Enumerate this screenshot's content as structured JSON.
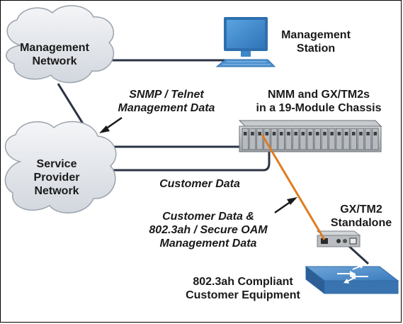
{
  "management_network": {
    "line1": "Management",
    "line2": "Network"
  },
  "service_provider_network": {
    "line1": "Service",
    "line2": "Provider",
    "line3": "Network"
  },
  "management_station": {
    "line1": "Management",
    "line2": "Station"
  },
  "snmp_label": {
    "line1": "SNMP / Telnet",
    "line2": "Management Data"
  },
  "chassis_label": {
    "line1": "NMM and GX/TM2s",
    "line2": "in a 19-Module Chassis"
  },
  "customer_data_label": {
    "text": "Customer Data"
  },
  "oam_label": {
    "line1": "Customer Data &",
    "line2": "802.3ah / Secure OAM",
    "line3": "Management Data"
  },
  "standalone_label": {
    "line1": "GX/TM2",
    "line2": "Standalone"
  },
  "customer_equipment_label": {
    "line1": "802.3ah Compliant",
    "line2": "Customer Equipment"
  },
  "colors": {
    "cloud_fill": "#e6e9ed",
    "cable": "#2b3344",
    "fiber": "#e07b1f",
    "monitor": "#3b87c9",
    "switch": "#4a8ac6"
  },
  "icons": [
    "cloud-icon",
    "computer-icon",
    "chassis-icon",
    "standalone-device-icon",
    "switch-icon",
    "arrow-icon"
  ]
}
